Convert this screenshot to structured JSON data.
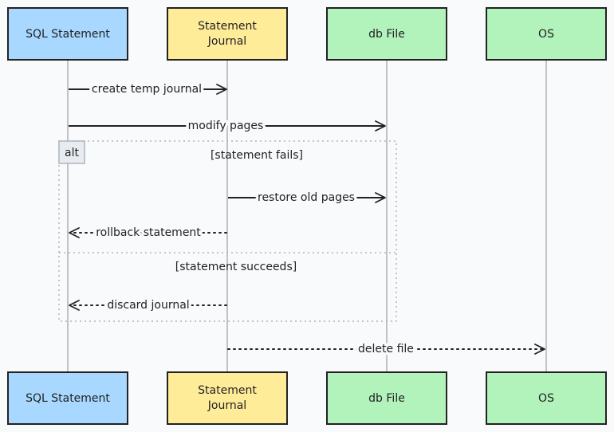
{
  "participants": [
    {
      "id": "sql",
      "label_lines": [
        "SQL Statement"
      ],
      "fill": "#a8d8ff"
    },
    {
      "id": "journal",
      "label_lines": [
        "Statement",
        "Journal"
      ],
      "fill": "#ffec99"
    },
    {
      "id": "db",
      "label_lines": [
        "db File"
      ],
      "fill": "#b2f2bb"
    },
    {
      "id": "os",
      "label_lines": [
        "OS"
      ],
      "fill": "#b2f2bb"
    }
  ],
  "messages": [
    {
      "from": "sql",
      "to": "journal",
      "label": "create temp journal",
      "style": "solid"
    },
    {
      "from": "sql",
      "to": "db",
      "label": "modify pages",
      "style": "solid"
    },
    {
      "from": "journal",
      "to": "db",
      "label": "restore old pages",
      "style": "solid"
    },
    {
      "from": "journal",
      "to": "sql",
      "label": "rollback statement",
      "style": "dotted"
    },
    {
      "from": "journal",
      "to": "sql",
      "label": "discard journal",
      "style": "dotted"
    },
    {
      "from": "journal",
      "to": "os",
      "label": "delete file",
      "style": "dotted"
    }
  ],
  "alt_block": {
    "tag": "alt",
    "conditions": [
      "[statement fails]",
      "[statement succeeds]"
    ]
  },
  "colors": {
    "background": "#f8fafc",
    "stroke": "#222222",
    "lifeline": "#9e9e9e",
    "frame": "#adb5bd",
    "tag_fill": "#e9ecef"
  }
}
